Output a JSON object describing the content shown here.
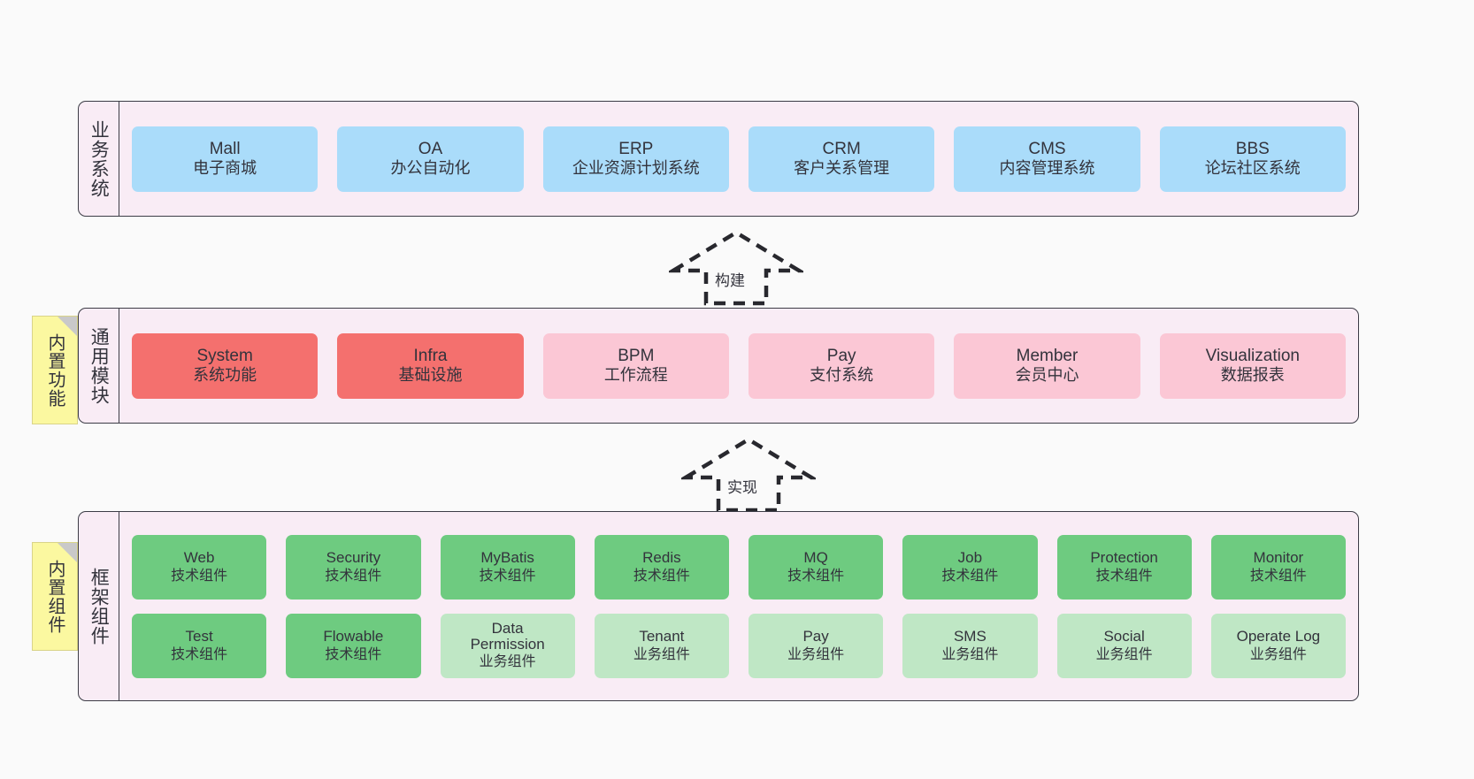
{
  "diagram": {
    "background": "#fafafa",
    "panel_fill": "#f9ecf5",
    "panel_stroke": "#3c3c46",
    "note_fill": "#fbf8a0"
  },
  "notes": [
    {
      "id": "builtin-features",
      "label": "内置功能"
    },
    {
      "id": "builtin-components",
      "label": "内置组件"
    }
  ],
  "arrows": [
    {
      "id": "build",
      "label": "构建",
      "style": "dashed-hollow-up"
    },
    {
      "id": "implement",
      "label": "实现",
      "style": "dashed-hollow-up"
    }
  ],
  "layers": [
    {
      "id": "business-systems",
      "title": "业务系统",
      "rows": [
        {
          "cards": [
            {
              "name": "Mall",
              "desc": "电子商城",
              "color": "#aadcfa",
              "variant": "c-blue"
            },
            {
              "name": "OA",
              "desc": "办公自动化",
              "color": "#aadcfa",
              "variant": "c-blue"
            },
            {
              "name": "ERP",
              "desc": "企业资源计划系统",
              "color": "#aadcfa",
              "variant": "c-blue"
            },
            {
              "name": "CRM",
              "desc": "客户关系管理",
              "color": "#aadcfa",
              "variant": "c-blue"
            },
            {
              "name": "CMS",
              "desc": "内容管理系统",
              "color": "#aadcfa",
              "variant": "c-blue"
            },
            {
              "name": "BBS",
              "desc": "论坛社区系统",
              "color": "#aadcfa",
              "variant": "c-blue"
            }
          ]
        }
      ]
    },
    {
      "id": "common-modules",
      "title": "通用模块",
      "rows": [
        {
          "cards": [
            {
              "name": "System",
              "desc": "系统功能",
              "color": "#f4706e",
              "variant": "c-red"
            },
            {
              "name": "Infra",
              "desc": "基础设施",
              "color": "#f4706e",
              "variant": "c-red"
            },
            {
              "name": "BPM",
              "desc": "工作流程",
              "color": "#fbc7d5",
              "variant": "c-pink"
            },
            {
              "name": "Pay",
              "desc": "支付系统",
              "color": "#fbc7d5",
              "variant": "c-pink"
            },
            {
              "name": "Member",
              "desc": "会员中心",
              "color": "#fbc7d5",
              "variant": "c-pink"
            },
            {
              "name": "Visualization",
              "desc": "数据报表",
              "color": "#fbc7d5",
              "variant": "c-pink"
            }
          ]
        }
      ]
    },
    {
      "id": "framework-components",
      "title": "框架组件",
      "rows": [
        {
          "cards": [
            {
              "name": "Web",
              "desc": "技术组件",
              "color": "#6ecb80",
              "variant": "c-green"
            },
            {
              "name": "Security",
              "desc": "技术组件",
              "color": "#6ecb80",
              "variant": "c-green"
            },
            {
              "name": "MyBatis",
              "desc": "技术组件",
              "color": "#6ecb80",
              "variant": "c-green"
            },
            {
              "name": "Redis",
              "desc": "技术组件",
              "color": "#6ecb80",
              "variant": "c-green"
            },
            {
              "name": "MQ",
              "desc": "技术组件",
              "color": "#6ecb80",
              "variant": "c-green"
            },
            {
              "name": "Job",
              "desc": "技术组件",
              "color": "#6ecb80",
              "variant": "c-green"
            },
            {
              "name": "Protection",
              "desc": "技术组件",
              "color": "#6ecb80",
              "variant": "c-green"
            },
            {
              "name": "Monitor",
              "desc": "技术组件",
              "color": "#6ecb80",
              "variant": "c-green"
            }
          ]
        },
        {
          "cards": [
            {
              "name": "Test",
              "desc": "技术组件",
              "color": "#6ecb80",
              "variant": "c-green"
            },
            {
              "name": "Flowable",
              "desc": "技术组件",
              "color": "#6ecb80",
              "variant": "c-green"
            },
            {
              "name": "Data Permission",
              "desc": "业务组件",
              "color": "#bfe7c5",
              "variant": "c-lightgreen"
            },
            {
              "name": "Tenant",
              "desc": "业务组件",
              "color": "#bfe7c5",
              "variant": "c-lightgreen"
            },
            {
              "name": "Pay",
              "desc": "业务组件",
              "color": "#bfe7c5",
              "variant": "c-lightgreen"
            },
            {
              "name": "SMS",
              "desc": "业务组件",
              "color": "#bfe7c5",
              "variant": "c-lightgreen"
            },
            {
              "name": "Social",
              "desc": "业务组件",
              "color": "#bfe7c5",
              "variant": "c-lightgreen"
            },
            {
              "name": "Operate Log",
              "desc": "业务组件",
              "color": "#bfe7c5",
              "variant": "c-lightgreen"
            }
          ]
        }
      ]
    }
  ]
}
